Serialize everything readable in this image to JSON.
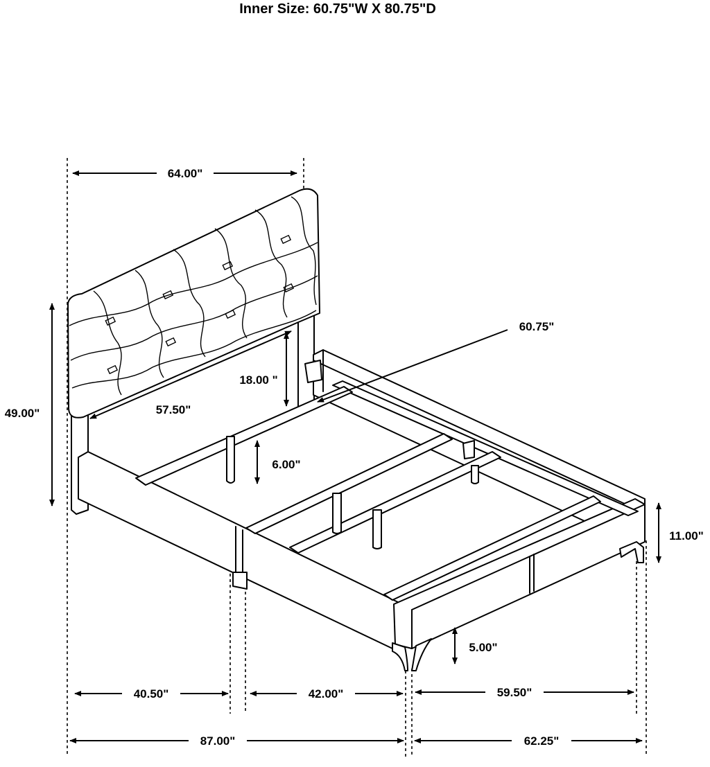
{
  "title": "Inner Size: 60.75\"W X 80.75\"D",
  "dimensions": {
    "headboard_width": "64.00\"",
    "headboard_inner_width": "57.50\"",
    "headboard_panel_drop": "18.00  \"",
    "inner_width_diag": "60.75\"",
    "slat_clearance": "6.00\"",
    "overall_height": "49.00\"",
    "rail_height": "11.00\"",
    "leg_clearance": "5.00\"",
    "base_left": "40.50\"",
    "base_mid": "42.00\"",
    "base_right": "59.50\"",
    "overall_length": "87.00\"",
    "overall_width": "62.25\""
  }
}
